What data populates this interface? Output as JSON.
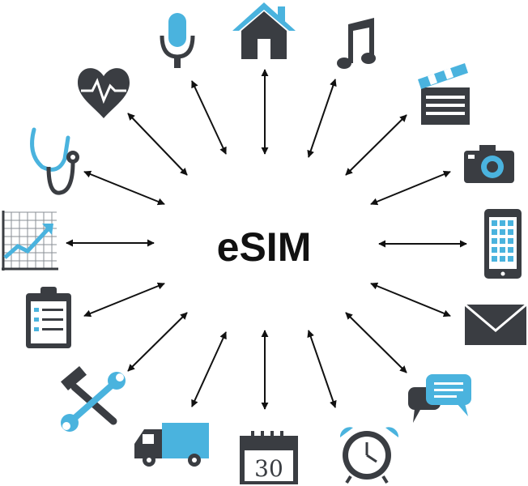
{
  "center": {
    "label": "eSIM"
  },
  "colors": {
    "dark": "#3a3d42",
    "accent": "#4ab3de",
    "arrow": "#111111",
    "line": "#555555"
  },
  "icons": [
    {
      "id": "microphone",
      "name": "microphone-icon"
    },
    {
      "id": "home",
      "name": "home-icon"
    },
    {
      "id": "music",
      "name": "music-note-icon"
    },
    {
      "id": "clapper",
      "name": "clapperboard-icon"
    },
    {
      "id": "camera",
      "name": "camera-icon"
    },
    {
      "id": "tablet",
      "name": "tablet-icon"
    },
    {
      "id": "mail",
      "name": "mail-envelope-icon"
    },
    {
      "id": "chat",
      "name": "chat-bubbles-icon"
    },
    {
      "id": "clock",
      "name": "alarm-clock-icon"
    },
    {
      "id": "calendar",
      "name": "calendar-icon"
    },
    {
      "id": "truck",
      "name": "delivery-truck-icon"
    },
    {
      "id": "tools",
      "name": "wrench-hammer-icon"
    },
    {
      "id": "clipboard",
      "name": "clipboard-icon"
    },
    {
      "id": "chart",
      "name": "growth-chart-icon"
    },
    {
      "id": "stethoscope",
      "name": "stethoscope-icon"
    },
    {
      "id": "heart",
      "name": "heart-pulse-icon"
    }
  ],
  "calendar": {
    "day": "30"
  }
}
